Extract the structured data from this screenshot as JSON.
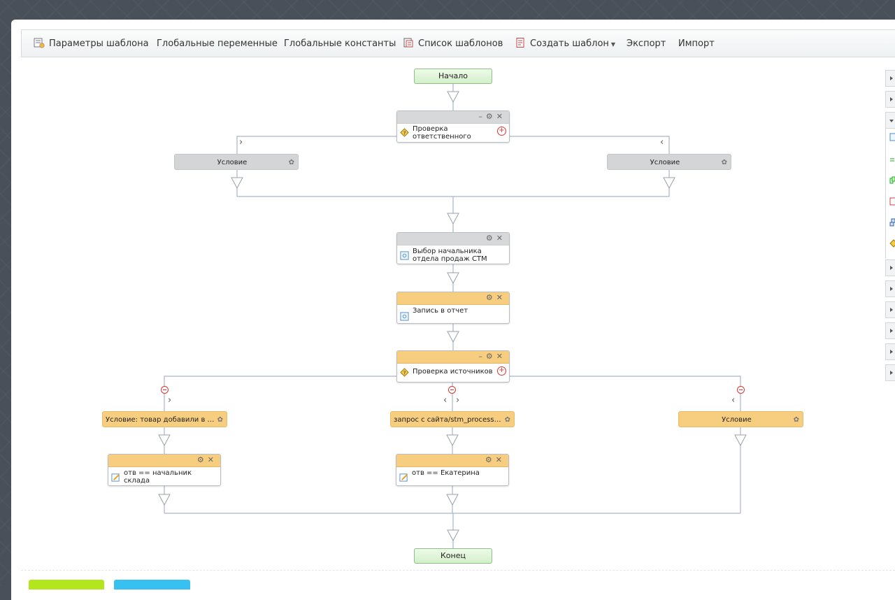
{
  "toolbar": {
    "items": [
      {
        "label": "Параметры шаблона",
        "icon": "template-settings-icon"
      },
      {
        "label": "Глобальные переменные"
      },
      {
        "label": "Глобальные константы"
      },
      {
        "label": "Список шаблонов",
        "icon": "template-list-icon"
      },
      {
        "label": "Создать шаблон",
        "icon": "create-template-icon",
        "dropdown": true
      },
      {
        "label": "Экспорт"
      },
      {
        "label": "Импорт"
      }
    ]
  },
  "flow": {
    "start": "Начало",
    "end": "Конец",
    "check_responsible": {
      "title": "Проверка ответственного",
      "buttons": [
        "–",
        "⚙",
        "✕"
      ]
    },
    "branch1": {
      "left_condition": "Условие",
      "right_condition": "Условие"
    },
    "choose_head": {
      "title": "Выбор начальника отдела продаж СТМ",
      "buttons": [
        "⚙",
        "✕"
      ]
    },
    "report_record": {
      "title": "Запись в отчет",
      "buttons": [
        "⚙",
        "✕"
      ]
    },
    "check_sources": {
      "title": "Проверка источников",
      "buttons": [
        "–",
        "⚙",
        "✕"
      ]
    },
    "branch2": {
      "left_condition": "Условие: товар добавили в к...",
      "mid_condition": "запрос с сайта/stm_processin...",
      "right_condition": "Условие",
      "left_action": "отв == начальник склада",
      "mid_action": "отв == Екатерина"
    }
  },
  "colors": {
    "header_gray": "#d6d8da",
    "header_orange": "#f7cd80",
    "terminal_green": "#d4efca",
    "button_green": "#b4e61e",
    "button_blue": "#36c1f0"
  }
}
